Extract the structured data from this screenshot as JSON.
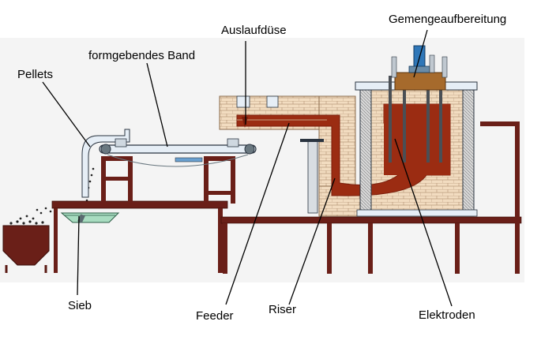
{
  "labels": {
    "batch_prep": "Gemengeaufbereitung",
    "nozzle": "Auslaufdüse",
    "shaping_belt": "formgebendes Band",
    "pellets": "Pellets",
    "sieve": "Sieb",
    "feeder": "Feeder",
    "riser": "Riser",
    "electrodes": "Elektroden"
  },
  "colors": {
    "steel": "#5a1a14",
    "refractory": "#f2dcc0",
    "brick_line": "#b89a7a",
    "melt": "#9b2c12",
    "melt_dark": "#7a1d0a",
    "metal_frame": "#e6eef6",
    "metal_frame_line": "#2a3440",
    "sieve": "#a8dcc0",
    "motor": "#2f77b8",
    "batch_box": "#a66a2c",
    "background": "#ffffff",
    "panel": "#f4f4f4"
  }
}
